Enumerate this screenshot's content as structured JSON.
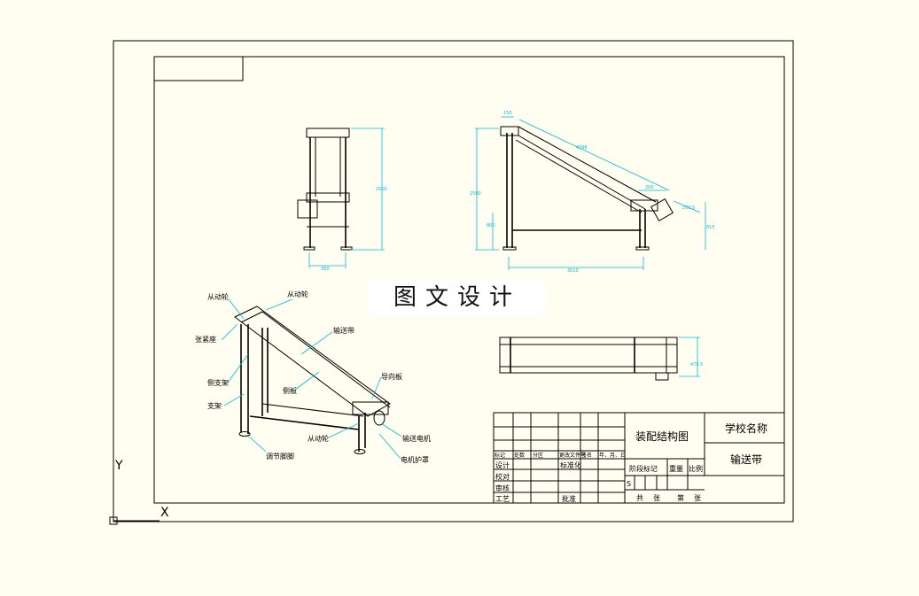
{
  "watermark": "图文设计",
  "ucs": {
    "x_label": "X",
    "y_label": "Y"
  },
  "callouts": {
    "driven_roller_left": "从动轮",
    "driven_roller_right": "从动轮",
    "tension_seat": "张紧座",
    "conveyor_belt": "输送带",
    "side_support": "侧支架",
    "side_plate": "侧板",
    "guide_plate": "导向板",
    "support": "支架",
    "drive_roller": "从动轮",
    "conveyor_motor": "输送电机",
    "adjustable_foot": "调节脚脚",
    "motor_cover": "电机护罩"
  },
  "dimensions": {
    "front_height": "2500",
    "front_width": "380",
    "side_top": "150",
    "side_length": "4396",
    "side_height": "2500",
    "side_low": "800",
    "side_bottom": "3510",
    "side_tail": "200",
    "side_motor": "250.5",
    "side_right": "815",
    "top_height": "475.5"
  },
  "title_block": {
    "drawing_title": "装配结构图",
    "school": "学校名称",
    "part_name": "输送带",
    "rev_labels": [
      "标记",
      "处数",
      "分区",
      "更改文件号",
      "签名",
      "年、月、日"
    ],
    "design": "设计",
    "standardize": "标准化",
    "check": "校对",
    "review": "审核",
    "process": "工艺",
    "approve": "批准",
    "stage_mark": "阶段标记",
    "weight": "重量",
    "scale": "比例",
    "s_mark": "S",
    "total": "共",
    "sheets1": "张",
    "page": "第",
    "sheets2": "张"
  }
}
